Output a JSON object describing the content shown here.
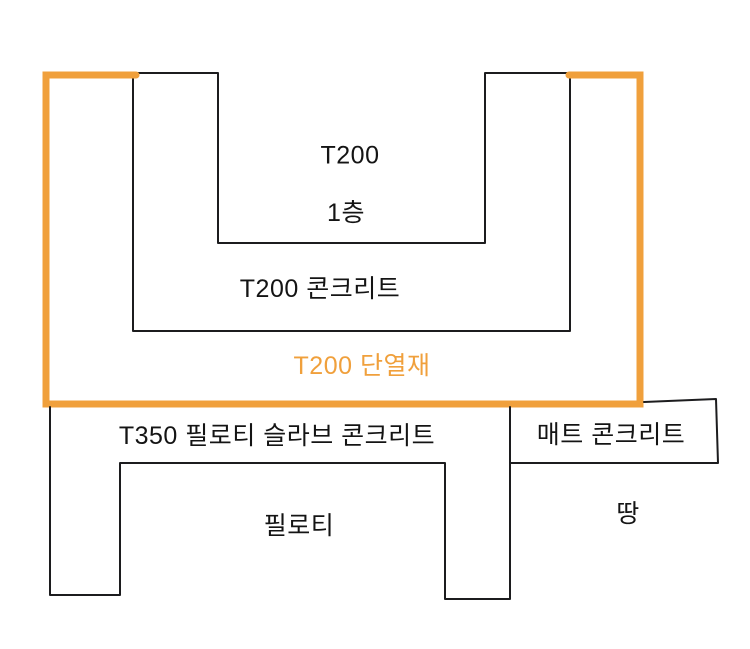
{
  "diagram": {
    "title": "building-section-sketch",
    "colors": {
      "background": "#ffffff",
      "stroke_black": "#1c1c1e",
      "stroke_orange": "#f0a03c"
    },
    "labels": {
      "t200": "T200",
      "first_floor": "1층",
      "t200_concrete": "T200 콘크리트",
      "t200_insulation": "T200 단열재",
      "t350_piloti_slab_concrete": "T350 필로티 슬라브 콘크리트",
      "mat_concrete": "매트 콘크리트",
      "piloti": "필로티",
      "ground": "땅"
    }
  }
}
